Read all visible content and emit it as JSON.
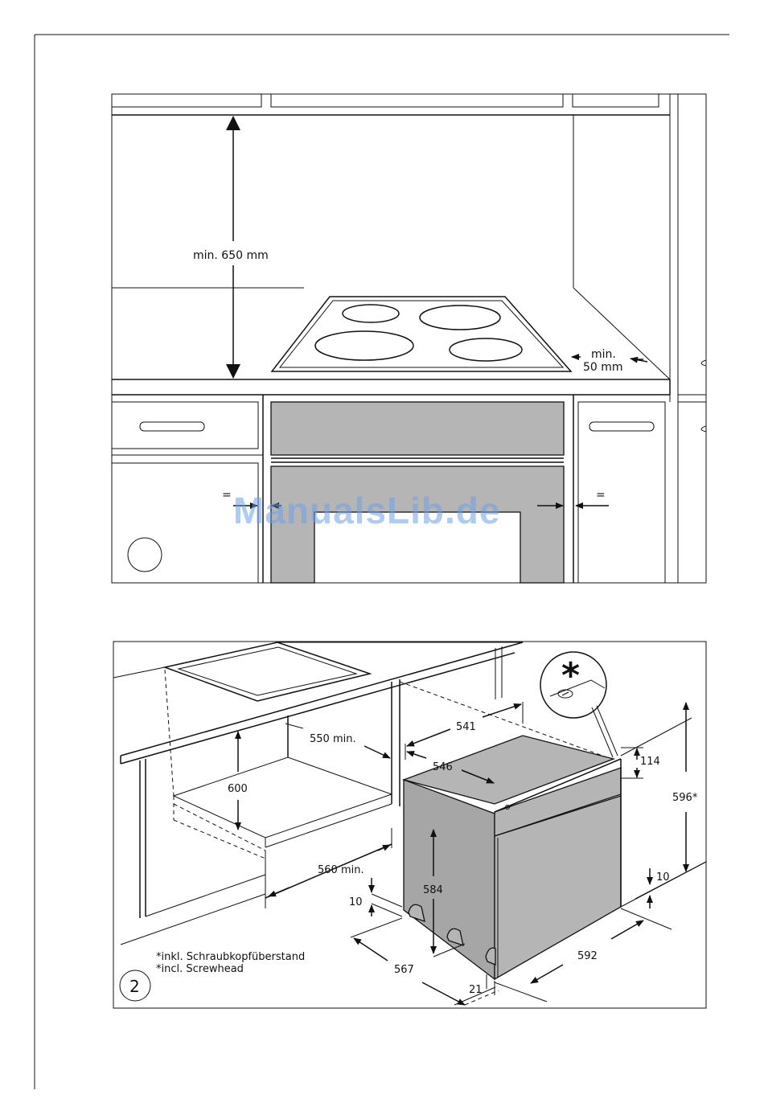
{
  "figure1": {
    "label_height": "min. 650 mm",
    "label_side_line1": "min.",
    "label_side_line2": "50 mm",
    "label_equal_left": "=",
    "label_equal_right": "="
  },
  "watermark": "ManualsLib.de",
  "figure2": {
    "label_550": "550 min.",
    "label_600": "600",
    "label_560": "560 min.",
    "label_541": "541",
    "label_546": "546",
    "label_114": "114",
    "label_596": "596*",
    "label_584": "584",
    "label_10_left": "10",
    "label_10_right": "10",
    "label_567": "567",
    "label_21": "21",
    "label_592": "592",
    "asterisk": "*",
    "note_de": "*inkl. Schraubkopfüberstand",
    "note_en": "*incl. Screwhead",
    "figure_number": "2"
  },
  "colors": {
    "appliance_grey": "#b5b5b5",
    "line": "#111111",
    "watermark": "#6ea0e6"
  }
}
